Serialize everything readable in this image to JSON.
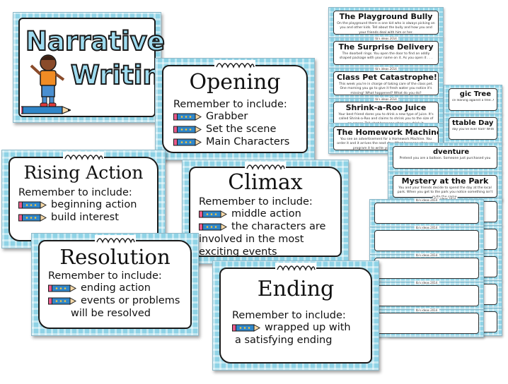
{
  "cover": {
    "line1": "Narrative",
    "line2": "Writing"
  },
  "posters": {
    "opening": {
      "title": "Opening",
      "remember": "Remember to include:",
      "items": [
        "Grabber",
        "Set the scene",
        "Main Characters"
      ]
    },
    "rising": {
      "title": "Rising Action",
      "remember": "Remember to include:",
      "items": [
        "beginning action",
        "build interest"
      ]
    },
    "climax": {
      "title": "Climax",
      "remember": "Remember to include:",
      "items": [
        "middle action",
        "the characters  are"
      ],
      "continuation": [
        "involved in the most",
        "exciting events"
      ]
    },
    "resolution": {
      "title": "Resolution",
      "remember": "Remember to include:",
      "items": [
        "ending action",
        "events or problems"
      ],
      "continuation": [
        "will be resolved"
      ]
    },
    "ending": {
      "title": "Ending",
      "remember": "Remember to include:",
      "items": [
        "wrapped up with"
      ],
      "continuation": [
        "a satisfying ending"
      ]
    }
  },
  "strips_left": [
    {
      "title": "The Playground Bully",
      "body": "On the playground there is one kid who is always picking on you and other kids. Tell about the bully and how you and your friends deal with him or her."
    },
    {
      "title": "The Surprise Delivery",
      "body": "The doorbell rings. You open the door to find an oddly shaped package with your name on it. As you open it . . ."
    },
    {
      "title": "Class Pet Catastrophe!",
      "body": "This week you're in charge of taking care of the class pet. One morning you go to give it fresh water you notice it's missing! What happened? What do you do?"
    },
    {
      "title": "Shrink-a-Roo Juice",
      "body": "Your best friend dares you to drink a new type of juice. It's called Shrink-a-Roo and claims to shrink you to the size of an eraser. Tell what happens when you drink it."
    },
    {
      "title": "The Homework Machine",
      "body": "You see an advertisement for a Homework Machine. You order it and it arrives the next day. What happens when you program it to write your research report."
    }
  ],
  "strips_right": [
    {
      "title": "gic Tree",
      "body": "ce leaning against a tree. As"
    },
    {
      "title": "ttable Day",
      "body": "day you've ever had? Write"
    },
    {
      "title": "dventure",
      "body": "Pretend you are a balloon. Someone just purchased you"
    },
    {
      "title": "Mystery at the Park",
      "body": "You and your friends decide to spend the day at the local park. When you get to the park you notice something isn't quite the same."
    }
  ],
  "strip_label": "tb's ideas 2014",
  "colors": {
    "poster_blue": "#8fd3e6",
    "pencil_blue": "#2f86c9",
    "pencil_pink": "#e85a8a"
  }
}
